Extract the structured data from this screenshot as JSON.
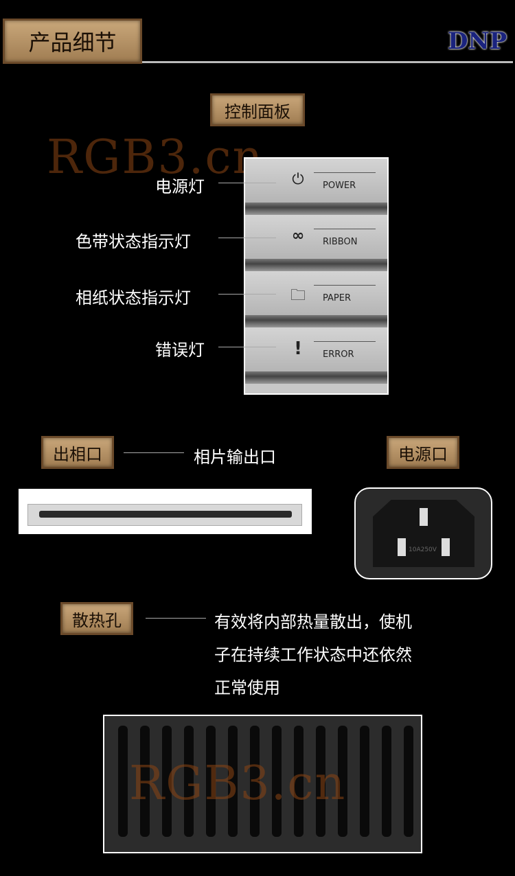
{
  "header": {
    "title": "产品细节",
    "brand": "DNP"
  },
  "control_panel": {
    "tag": "控制面板",
    "callouts": [
      "电源灯",
      "色带状态指示灯",
      "相纸状态指示灯",
      "错误灯"
    ],
    "buttons": [
      {
        "icon": "power-icon",
        "glyph": "⏻",
        "label": "POWER"
      },
      {
        "icon": "ribbon-icon",
        "glyph": "∞",
        "label": "RIBBON"
      },
      {
        "icon": "folder-icon",
        "glyph": "🗀",
        "label": "PAPER"
      },
      {
        "icon": "exclamation-icon",
        "glyph": "!",
        "label": "ERROR"
      }
    ]
  },
  "photo_exit": {
    "tag": "出相口",
    "desc": "相片输出口"
  },
  "power_port": {
    "tag": "电源口",
    "marking": "10A250V"
  },
  "vent": {
    "tag": "散热孔",
    "desc_lines": [
      "有效将内部热量散出，使机",
      "子在持续工作状态中还依然",
      "正常使用"
    ]
  },
  "watermark": "RGB3.cn",
  "colors": {
    "tag_bg": "#b89068",
    "brand": "#1a237e"
  }
}
